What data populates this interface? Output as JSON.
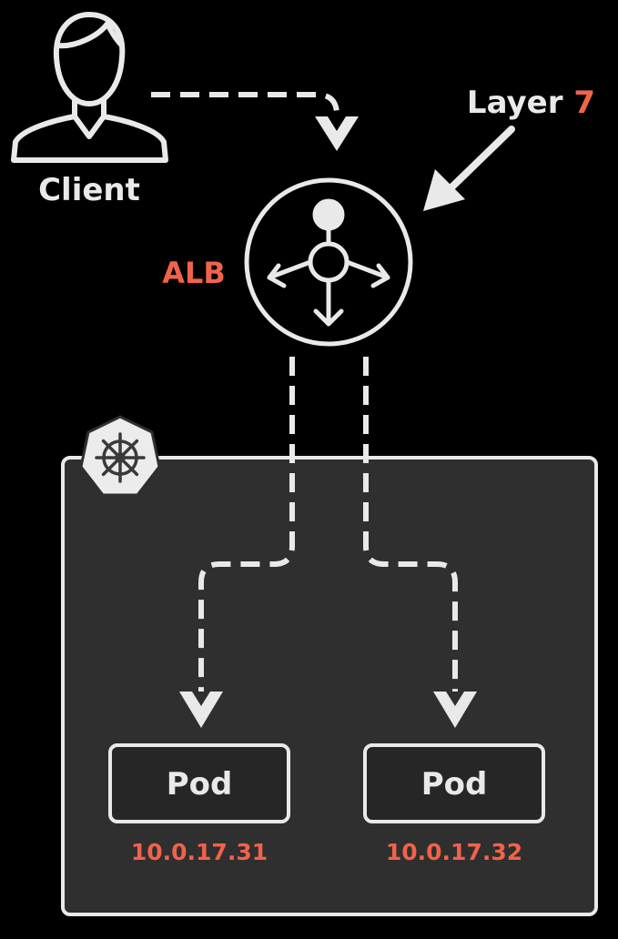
{
  "client": {
    "label": "Client"
  },
  "layer": {
    "prefix": "Layer",
    "number": "7"
  },
  "alb": {
    "label": "ALB"
  },
  "pods": [
    {
      "label": "Pod",
      "ip": "10.0.17.31"
    },
    {
      "label": "Pod",
      "ip": "10.0.17.32"
    }
  ],
  "colors": {
    "background": "#000000",
    "line": "#e9e9e9",
    "accent": "#f0634a",
    "cluster_fill": "#2f2f2f",
    "pod_fill": "#262626"
  },
  "icons": {
    "client": "user-icon",
    "alb": "load-balancer-icon",
    "cluster": "kubernetes-helm-icon"
  }
}
